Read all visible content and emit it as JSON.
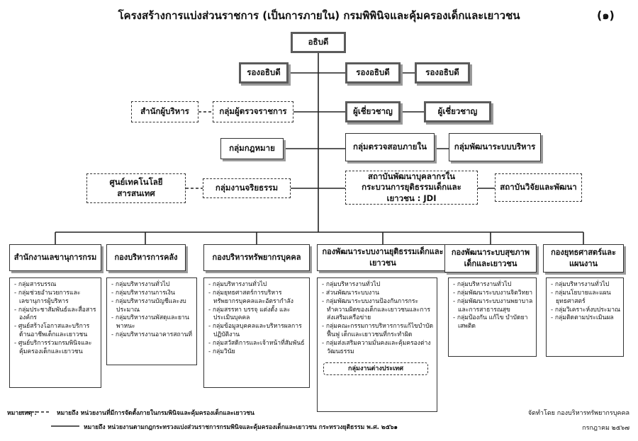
{
  "title": "โครงสร้างการแบ่งส่วนราชการ (เป็นการภายใน) กรมพิพินิจและคุ้มครองเด็กและเยาวชน",
  "page_number": "(๑)",
  "nodes": {
    "director": "อธิบดี",
    "deputy1": "รองอธิบดี",
    "deputy2": "รองอธิบดี",
    "deputy3": "รองอธิบดี",
    "admin_office": "สำนักผู้บริหาร",
    "inspector": "กลุ่มผู้ตรวจราชการ",
    "expert1": "ผู้เชี่ยวชาญ",
    "expert2": "ผู้เชี่ยวชาญ",
    "legal": "กลุ่มกฎหมาย",
    "audit": "กลุ่มตรวจสอบภายใน",
    "admin_dev": "กลุ่มพัฒนาระบบบริหาร",
    "ict_center": "ศูนย์เทคโนโลยีสารสนเทศ",
    "ethics": "กลุ่มงานจริยธรรม",
    "jdi": "สถาบันพัฒนาบุคลากรในกระบวนการยุติธรรมเด็กและเยาวชน : JDI",
    "research": "สถาบันวิจัยและพัฒนา"
  },
  "divisions": [
    {
      "name": "สำนักงานเลขานุการกรม",
      "items": [
        "กลุ่มสารบรรณ",
        "กลุ่มช่วยอำนวยการและเลขานุการผู้บริหาร",
        "กลุ่มประชาสัมพันธ์และสื่อสารองค์กร",
        "ศูนย์สร้างโอกาสและบริการด้านอาชีพเด็กและเยาวชน",
        "ศูนย์บริการร่วมกรมพินิจและคุ้มครองเด็กและเยาวชน"
      ]
    },
    {
      "name": "กองบริหารการคลัง",
      "items": [
        "กลุ่มบริหารงานทั่วไป",
        "กลุ่มบริหารงานการเงิน",
        "กลุ่มบริหารงานบัญชีและงบประมาณ",
        "กลุ่มบริหารงานพัสดุและยานพาหนะ",
        "กลุ่มบริหารงานอาคารสถานที่"
      ]
    },
    {
      "name": "กองบริหารทรัพยากรบุคคล",
      "items": [
        "กลุ่มบริหารงานทั่วไป",
        "กลุ่มยุทธศาสตร์การบริหารทรัพยากรบุคคลและอัตรากำลัง",
        "กลุ่มสรรหา บรรจุ แต่งตั้ง และประเมินบุคคล",
        "กลุ่มข้อมูลบุคคลและบริหารผลการปฏิบัติงาน",
        "กลุ่มสวัสดิการและเจ้าหน้าที่สัมพันธ์",
        "กลุ่มวินัย"
      ]
    },
    {
      "name": "กองพัฒนาระบบงานยุติธรรมเด็กและเยาวชน",
      "items": [
        "กลุ่มบริหารงานทั่วไป",
        "ส่วนพัฒนาระบบงาน",
        "กลุ่มพัฒนาระบบงานป้องกันการกระทำความผิดของเด็กและเยาวชนและการส่งเสริมเครือข่าย",
        "กลุ่มคณะกรรมการบริหารการแก้ไขบำบัด ฟื้นฟู เด็กและเยาวชนที่กระทำผิด",
        "กลุ่มส่งเสริมความมั่นคงและคุ้มครองต่างวัฒนธรรม"
      ],
      "sub_unit": "กลุ่มงานต่างประเทศ"
    },
    {
      "name": "กองพัฒนาระบบสุขภาพเด็กและเยาวชน",
      "items": [
        "กลุ่มบริหารงานทั่วไป",
        "กลุ่มพัฒนาระบบงานจิตวิทยา",
        "กลุ่มพัฒนาระบบงานพยาบาลและการสาธารณสุข",
        "กลุ่มป้องกัน แก้ไข บำบัดยาเสพติด"
      ]
    },
    {
      "name": "กองยุทธศาสตร์และแผนงาน",
      "items": [
        "กลุ่มบริหารงานทั่วไป",
        "กลุ่มนโยบายและแผนยุทธศาสตร์",
        "กลุ่มวิเคราะห์งบประมาณ",
        "กลุ่มติดตามประเมินผล"
      ]
    }
  ],
  "legend": {
    "heading": "หมายเหตุ :",
    "dashed_label": "หมายถึง หน่วยงานที่มีการจัดตั้งภายในกรมพินิจและคุ้มครองเด็กและเยาวชน",
    "solid_label": "หมายถึง หน่วยงานตามกฎกระทรวงแบ่งส่วนราชการกรมพินิจและคุ้มครองเด็กและเยาวชน กระทรวงยุติธรรม พ.ศ. ๒๕๖๑"
  },
  "credit": {
    "by": "จัดทำโดย กองบริหารทรัพยากรบุคคล",
    "date": "กรกฎาคม ๒๕๖๗"
  }
}
